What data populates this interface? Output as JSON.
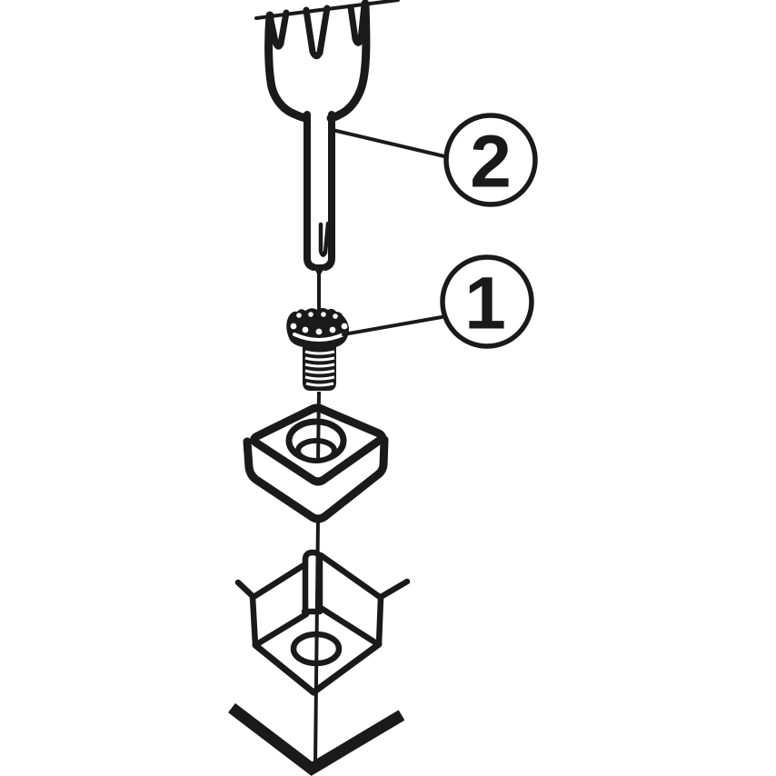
{
  "diagram": {
    "type": "exploded-assembly-line-drawing",
    "background_color": "#ffffff",
    "line_color": "#1a1a1a",
    "callouts": [
      {
        "label": "2",
        "points_to": "torx-driver-shaft"
      },
      {
        "label": "1",
        "points_to": "torx-screw"
      }
    ]
  }
}
